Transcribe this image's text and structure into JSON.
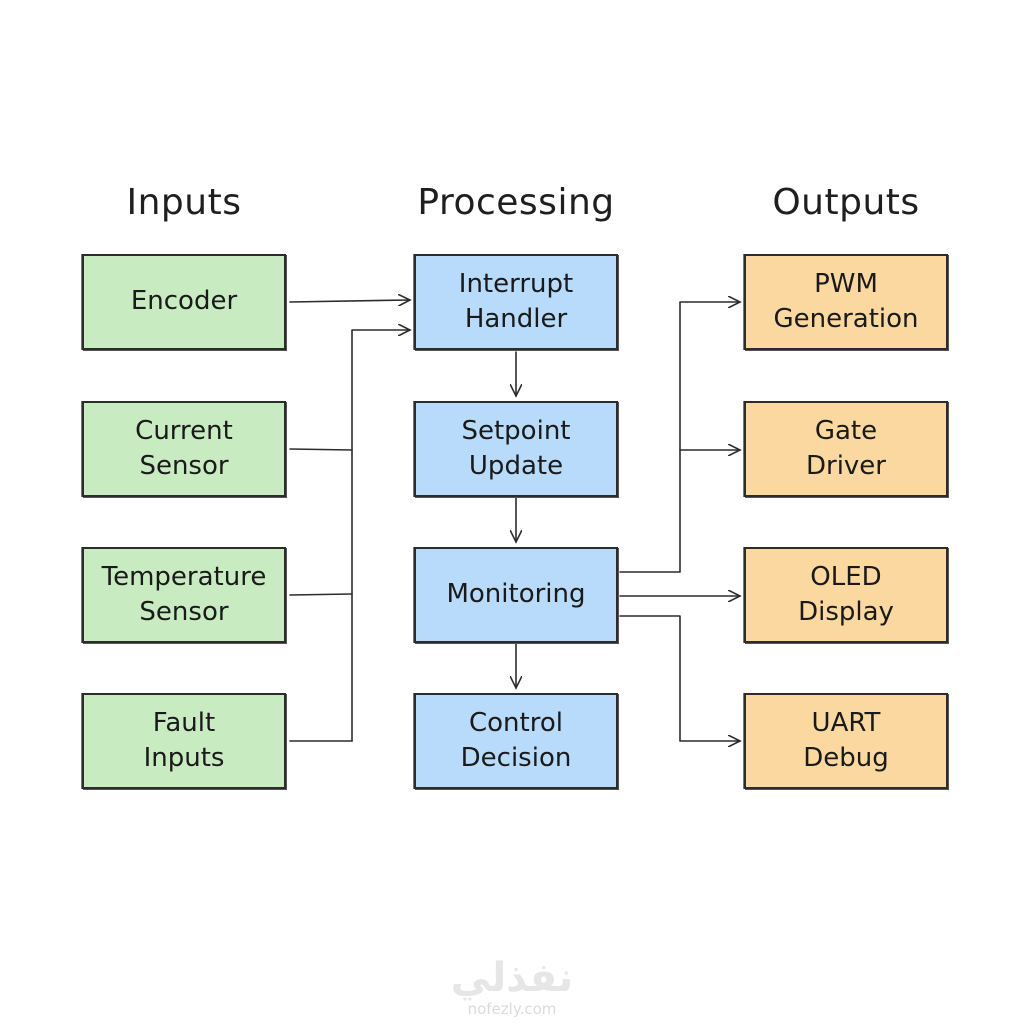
{
  "columns": {
    "inputs": "Inputs",
    "processing": "Processing",
    "outputs": "Outputs"
  },
  "inputs": [
    {
      "line1": "Encoder",
      "line2": ""
    },
    {
      "line1": "Current",
      "line2": "Sensor"
    },
    {
      "line1": "Temperature",
      "line2": "Sensor"
    },
    {
      "line1": "Fault",
      "line2": "Inputs"
    }
  ],
  "processing": [
    {
      "line1": "Interrupt",
      "line2": "Handler"
    },
    {
      "line1": "Setpoint",
      "line2": "Update"
    },
    {
      "line1": "Monitoring",
      "line2": ""
    },
    {
      "line1": "Control",
      "line2": "Decision"
    }
  ],
  "outputs": [
    {
      "line1": "PWM",
      "line2": "Generation"
    },
    {
      "line1": "Gate",
      "line2": "Driver"
    },
    {
      "line1": "OLED",
      "line2": "Display"
    },
    {
      "line1": "UART",
      "line2": "Debug"
    }
  ],
  "colors": {
    "input_fill": "#c9ebc2",
    "processing_fill": "#b8dafb",
    "output_fill": "#fad8a0",
    "stroke": "#2c2c2c"
  },
  "watermark": {
    "arabic": "نفذلي",
    "latin": "nofezly.com"
  }
}
